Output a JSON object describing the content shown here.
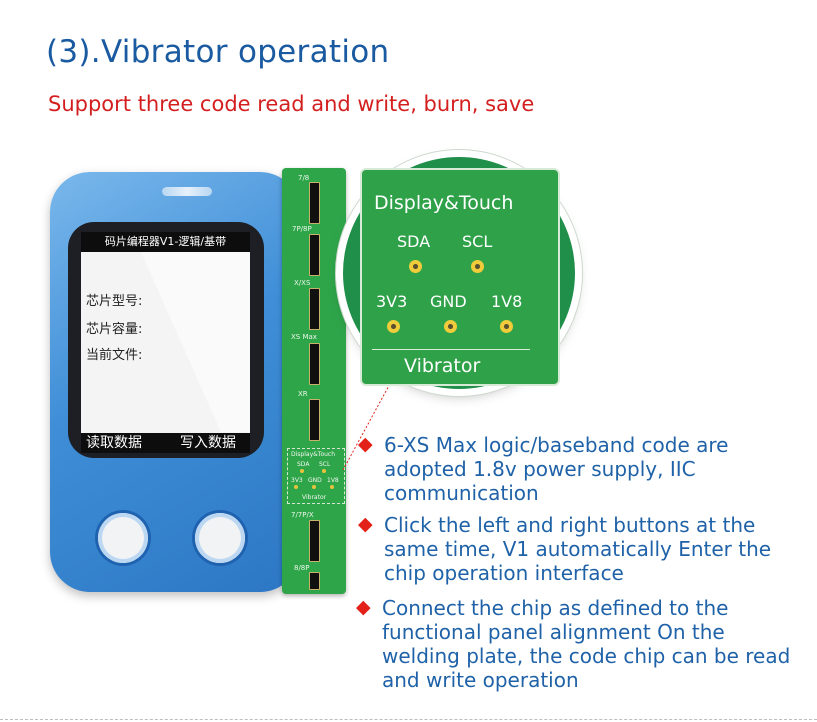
{
  "heading": {
    "title": "(3).Vibrator operation",
    "subtitle": "Support three code read and write, burn, save"
  },
  "device": {
    "screen_header": "码片编程器V1-逻辑/基带",
    "labels": [
      "芯片型号:",
      "芯片容量:",
      "当前文件:"
    ],
    "read_button": "读取数据",
    "write_button": "写入数据"
  },
  "panel": {
    "connectors": [
      "7/8",
      "7P/8P",
      "X/XS",
      "XS Max",
      "XR",
      "7/7P/X",
      "8/8P"
    ],
    "mini": {
      "title": "Display&Touch",
      "top_pins": [
        "SDA",
        "SCL"
      ],
      "bottom_pins": [
        "3V3",
        "GND",
        "1V8"
      ],
      "footer": "Vibrator"
    }
  },
  "zoom": {
    "title": "Display&Touch",
    "top_pins": [
      "SDA",
      "SCL"
    ],
    "bottom_pins": [
      "3V3",
      "GND",
      "1V8"
    ],
    "footer": "Vibrator"
  },
  "notes": [
    "6-XS Max logic/baseband code are adopted 1.8v power supply, IIC communication",
    "Click the left and right buttons at the same time, V1 automatically Enter the chip operation interface",
    "Connect the chip as defined to the functional panel alignment On the welding plate, the code chip can be read and write operation"
  ],
  "colors": {
    "title": "#1a5aa0",
    "subtitle": "#d41f1f",
    "note_text": "#1f62a8",
    "bullet": "#e32119",
    "board_green": "#2fa54a",
    "device_blue": "#3f8ed7"
  },
  "icons": {
    "bullet": "diamond-icon"
  }
}
